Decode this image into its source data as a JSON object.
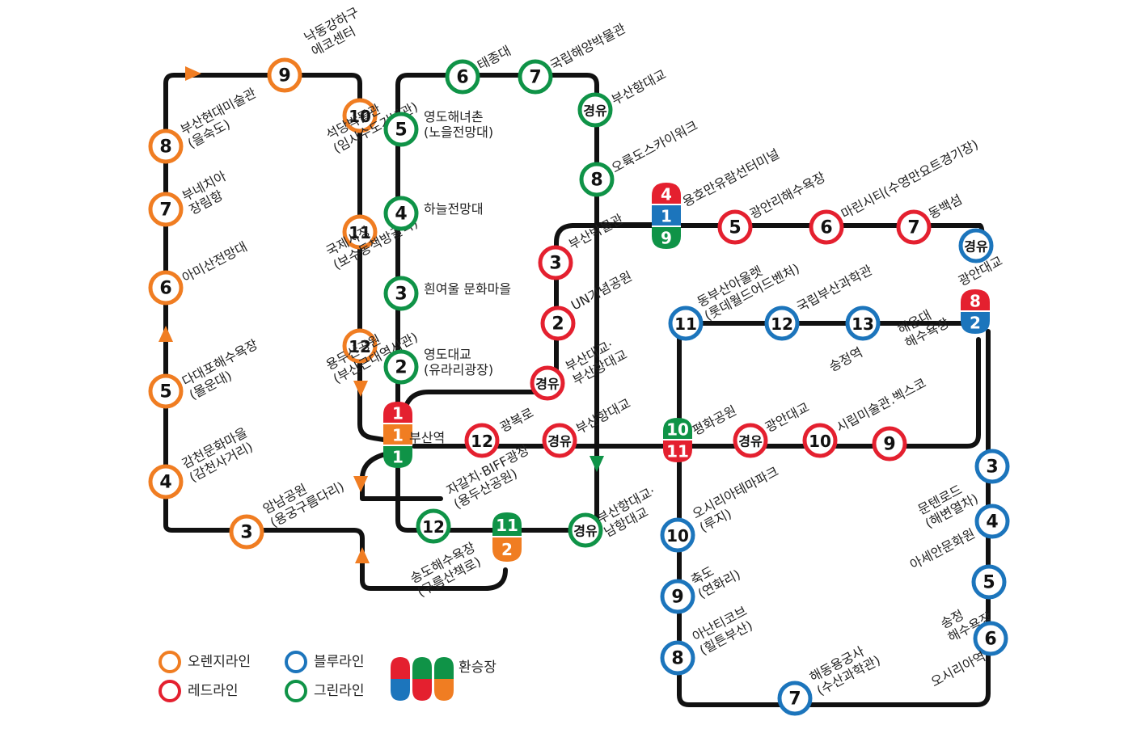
{
  "colors": {
    "orange": "#f07d22",
    "red": "#e4202f",
    "blue": "#1c75bc",
    "green": "#0f9347",
    "track": "#111111"
  },
  "stops": {
    "o9": {
      "num": "9",
      "label": "낙동강하구\n에코센터"
    },
    "o10": {
      "num": "10",
      "label": "석당박물관\n(임시수도기념관)"
    },
    "o11": {
      "num": "11",
      "label": "국제시장\n(보수동책방골목)"
    },
    "o12": {
      "num": "12",
      "label": "용두산공원\n(부산근대역사관)"
    },
    "o8": {
      "num": "8",
      "label": "부산현대미술관\n(을숙도)"
    },
    "o7": {
      "num": "7",
      "label": "부네치아\n장림항"
    },
    "o6": {
      "num": "6",
      "label": "아미산전망대"
    },
    "o5": {
      "num": "5",
      "label": "다대포해수욕장\n(몰운대)"
    },
    "o4": {
      "num": "4",
      "label": "감천문화마을\n(감천사거리)"
    },
    "o3": {
      "num": "3",
      "label": "암남공원\n(용궁구름다리)"
    },
    "g6": {
      "num": "6",
      "label": "태종대"
    },
    "g7": {
      "num": "7",
      "label": "국립해양박물관"
    },
    "g8": {
      "num": "8",
      "label": "오륙도스카이워크"
    },
    "g5": {
      "num": "5",
      "label": "영도해녀촌\n(노을전망대)"
    },
    "g4": {
      "num": "4",
      "label": "하늘전망대"
    },
    "g3": {
      "num": "3",
      "label": "흰여울 문화마을"
    },
    "g2": {
      "num": "2",
      "label": "영도대교\n(유라리광장)"
    },
    "g12": {
      "num": "12",
      "label": "자갈치·BIFF광장\n(용두산공원)"
    },
    "g_via_top": {
      "num": "경유",
      "label": "부산항대교"
    },
    "g_via_bottom": {
      "num": "경유",
      "label": "부산항대교·\n남항대교"
    },
    "r3": {
      "num": "3",
      "label": "부산박물관"
    },
    "r2": {
      "num": "2",
      "label": "UN기념공원"
    },
    "r_via_bridge": {
      "num": "경유",
      "label": "부산대교·\n부산항대교"
    },
    "r12": {
      "num": "12",
      "label": "광복로"
    },
    "r_via_port": {
      "num": "경유",
      "label": "부산항대교"
    },
    "r_via_gwangan": {
      "num": "경유",
      "label": "광안대교"
    },
    "r10": {
      "num": "10",
      "label": "시립미술관.벡스코"
    },
    "r9": {
      "num": "9",
      "label": ""
    },
    "r5": {
      "num": "5",
      "label": "광안리해수욕장"
    },
    "r6": {
      "num": "6",
      "label": "마린시티(수영만요트경기장)"
    },
    "r7": {
      "num": "7",
      "label": "동백섬"
    },
    "b_via": {
      "num": "경유",
      "label": "광안대교"
    },
    "b11": {
      "num": "11",
      "label": "동부산아울렛\n(롯데월드어드벤처)"
    },
    "b12": {
      "num": "12",
      "label": "국립부산과학관"
    },
    "b13": {
      "num": "13",
      "label": "송정역"
    },
    "b10": {
      "num": "10",
      "label": "오시리아테마파크\n(루지)"
    },
    "b9": {
      "num": "9",
      "label": "축도\n(연화리)"
    },
    "b8": {
      "num": "8",
      "label": "아난티코브\n(힐튼부산)"
    },
    "b7": {
      "num": "7",
      "label": "해동용궁사\n(수산과학관)"
    },
    "b3": {
      "num": "3",
      "label": "문텐로드\n(해변열차)"
    },
    "b4": {
      "num": "4",
      "label": "아세안문화원"
    },
    "b5": {
      "num": "5",
      "label": "송정\n해수욕장"
    },
    "b6": {
      "num": "6",
      "label": "오시리아역"
    }
  },
  "transfers": {
    "busan_station": {
      "label": "부산역",
      "parts": [
        {
          "color": "red",
          "num": "1"
        },
        {
          "color": "orange",
          "num": "1"
        },
        {
          "color": "green",
          "num": "1"
        }
      ]
    },
    "yonghoman": {
      "label": "용호만유람선터미널",
      "parts": [
        {
          "color": "red",
          "num": "4"
        },
        {
          "color": "blue",
          "num": "1"
        },
        {
          "color": "green",
          "num": "9"
        }
      ]
    },
    "haeundae": {
      "label": "해운대\n해수욕장",
      "parts": [
        {
          "color": "red",
          "num": "8"
        },
        {
          "color": "blue",
          "num": "2"
        }
      ]
    },
    "pyeonghwa": {
      "label": "평화공원",
      "parts": [
        {
          "color": "green",
          "num": "10"
        },
        {
          "color": "red",
          "num": "11"
        }
      ]
    },
    "songdo": {
      "label": "송도해수욕장\n(구름산책로)",
      "parts": [
        {
          "color": "green",
          "num": "11"
        },
        {
          "color": "orange",
          "num": "2"
        }
      ]
    }
  },
  "legend": {
    "orange": "오렌지라인",
    "red": "레드라인",
    "blue": "블루라인",
    "green": "그린라인",
    "transfer": "환승장"
  }
}
